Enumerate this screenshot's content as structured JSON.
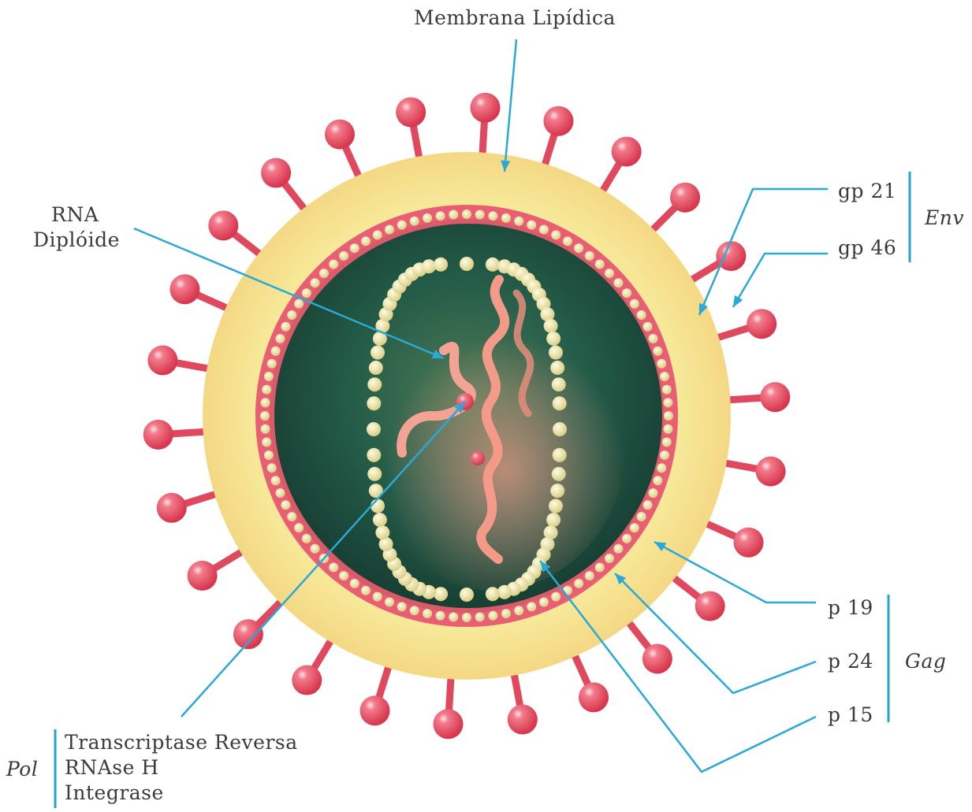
{
  "labels": {
    "membrane": "Membrana Lipídica",
    "rna_line1": "RNA",
    "rna_line2": "Diplóide",
    "gp21": "gp 21",
    "gp46": "gp 46",
    "env": "Env",
    "p19": "p 19",
    "p24": "p 24",
    "p15": "p 15",
    "gag": "Gag",
    "pol": "Pol",
    "pol_items": [
      "Transcriptase Reversa",
      "RNAse H",
      "Integrase"
    ]
  },
  "colors": {
    "leader": "#2aa9d6",
    "bracket": "#27a3d3",
    "spike": "#e14a5e",
    "spike_highlight": "#ffd6dc",
    "lipid": "#f4eca1",
    "inner_membrane": "#e8566a",
    "core": "#1f5a45",
    "capsid_bead": "#f2eaa6",
    "rna": "#f39a88"
  }
}
